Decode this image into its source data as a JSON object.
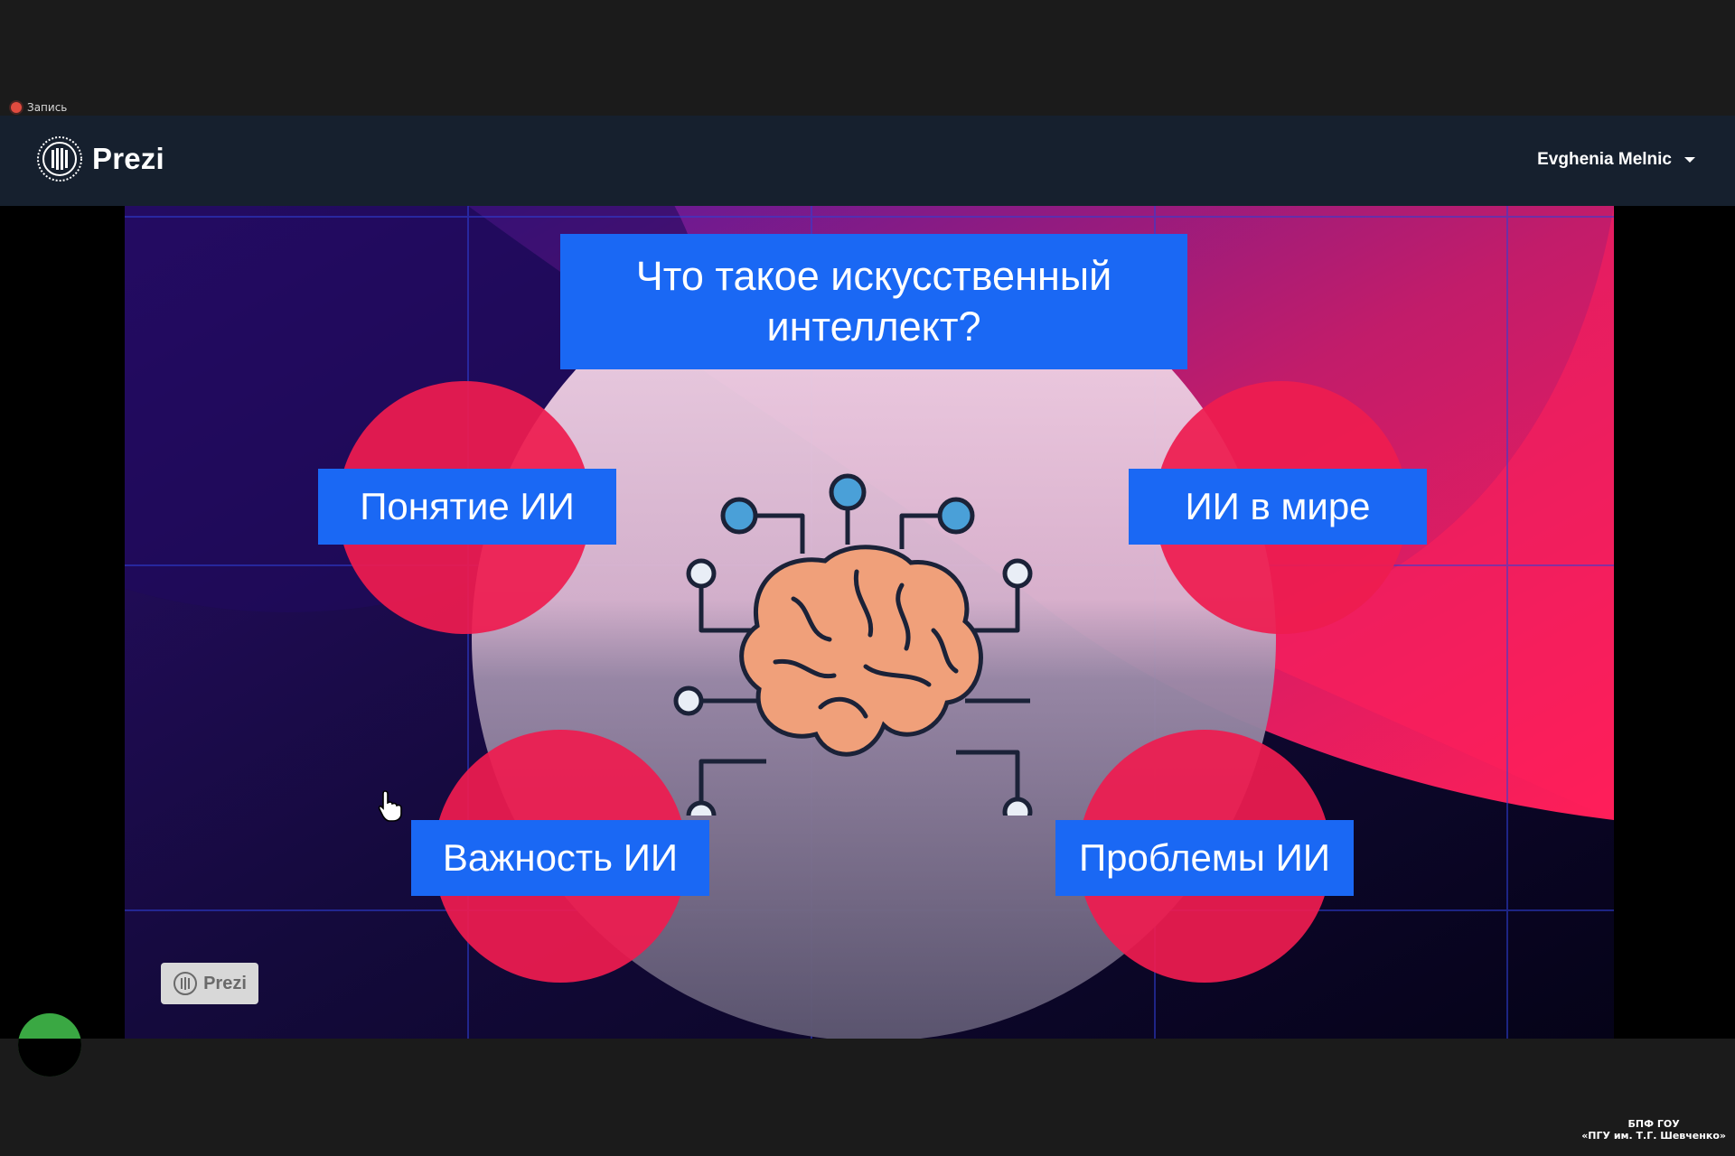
{
  "recording": {
    "label": "Запись"
  },
  "header": {
    "app_name": "Prezi",
    "user_name": "Evghenia Melnic"
  },
  "slide": {
    "title": "Что такое искусственный интеллект?",
    "topics": {
      "concept": "Понятие ИИ",
      "world": "ИИ в мире",
      "importance": "Важность ИИ",
      "problems": "Проблемы ИИ"
    },
    "badge": "Prezi"
  },
  "watermark": {
    "line1": "БПФ ГОУ",
    "line2": "«ПГУ им. Т.Г. Шевченко»"
  },
  "colors": {
    "header_bg": "#16202e",
    "topic_box": "#1a68f4",
    "circle_red": "#ee1c50",
    "brain": "#f0a07a"
  }
}
